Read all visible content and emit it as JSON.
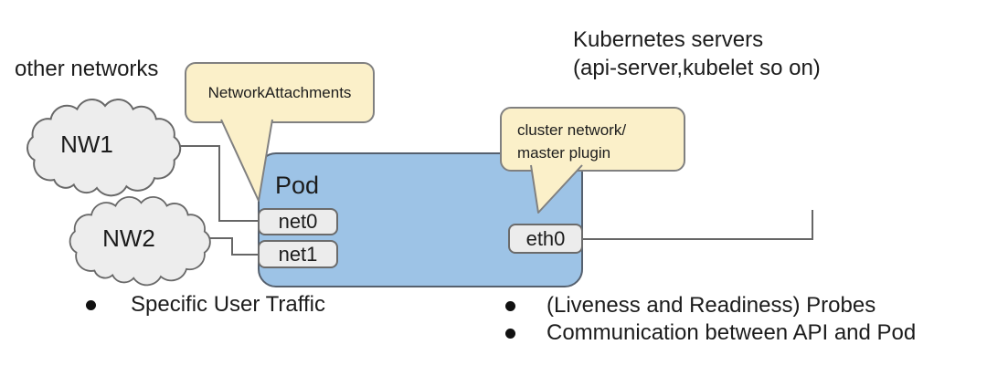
{
  "header": {
    "other_networks": "other networks",
    "kubernetes_servers_line1": "Kubernetes servers",
    "kubernetes_servers_line2": "(api-server,kubelet so on)"
  },
  "clouds": [
    {
      "id": "nw1",
      "label": "NW1"
    },
    {
      "id": "nw2",
      "label": "NW2"
    }
  ],
  "callouts": {
    "network_attachments": {
      "text": "NetworkAttachments",
      "points_to": "net0"
    },
    "cluster_network": {
      "line1": "cluster network/",
      "line2": "master plugin",
      "points_to": "eth0"
    }
  },
  "pod": {
    "title": "Pod",
    "interfaces": {
      "net0": "net0",
      "net1": "net1",
      "eth0": "eth0"
    }
  },
  "bullets": {
    "left": [
      "Specific User Traffic"
    ],
    "right": [
      "(Liveness and Readiness) Probes",
      "Communication between API and Pod"
    ]
  },
  "colors": {
    "background": "#ffffff",
    "pod_fill": "#9dc3e6",
    "pod_border": "#55606e",
    "interface_fill": "#ececec",
    "interface_border": "#6b6b6b",
    "callout_fill": "#fbf0c9",
    "callout_border": "#808080",
    "cloud_fill": "#ededed",
    "cloud_border": "#686868",
    "connector": "#666666",
    "text": "#1c1c1c"
  }
}
